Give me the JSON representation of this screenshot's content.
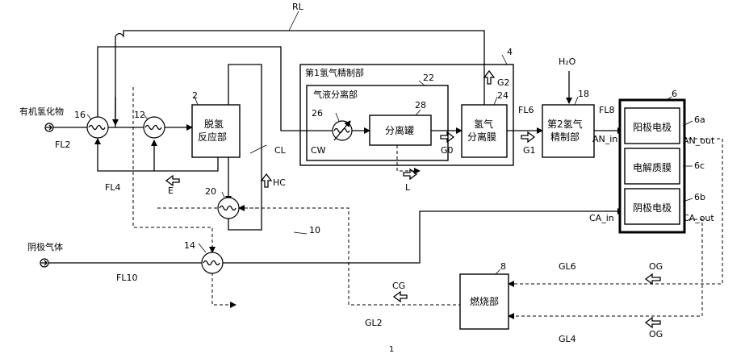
{
  "figure_number": "1",
  "system_label": "10",
  "blocks": {
    "reactor": {
      "ref": "2",
      "line1": "脱氢",
      "line2": "反应部"
    },
    "purifier1": {
      "ref": "4",
      "title": "第1氢气精制部"
    },
    "gas_liquid_separator": {
      "ref": "22",
      "title": "气液分离部"
    },
    "separation_tank": {
      "ref": "28",
      "label": "分离罐"
    },
    "hydrogen_membrane": {
      "ref": "24",
      "line1": "氢气",
      "line2": "分离膜"
    },
    "purifier2": {
      "ref": "18",
      "line1": "第2氢气",
      "line2": "精制部"
    },
    "cell": {
      "ref": "6",
      "anode": "阳极电极",
      "electrolyte": "电解质膜",
      "cathode": "阴极电极",
      "anode_ref": "6a",
      "electrolyte_ref": "6c",
      "cathode_ref": "6b"
    },
    "burner": {
      "ref": "8",
      "label": "燃烧部"
    }
  },
  "exchangers": [
    "16",
    "12",
    "20",
    "14",
    "26"
  ],
  "inputs": {
    "organic": "有机氢化物",
    "cathode_gas": "阴极气体",
    "water": "H₂O"
  },
  "streams": {
    "FL2": "FL2",
    "FL4": "FL4",
    "FL6": "FL6",
    "FL8": "FL8",
    "FL10": "FL10",
    "RL": "RL",
    "CL": "CL",
    "HC": "HC",
    "E": "E",
    "L": "L",
    "CW": "CW",
    "G0": "G0",
    "G1": "G1",
    "G2": "G2",
    "AN_in": "AN_in",
    "AN_out": "AN_out",
    "CA_in": "CA_in",
    "CA_out": "CA_out",
    "GL2": "GL2",
    "GL4": "GL4",
    "GL6": "GL6",
    "OG": "OG",
    "CG": "CG"
  }
}
